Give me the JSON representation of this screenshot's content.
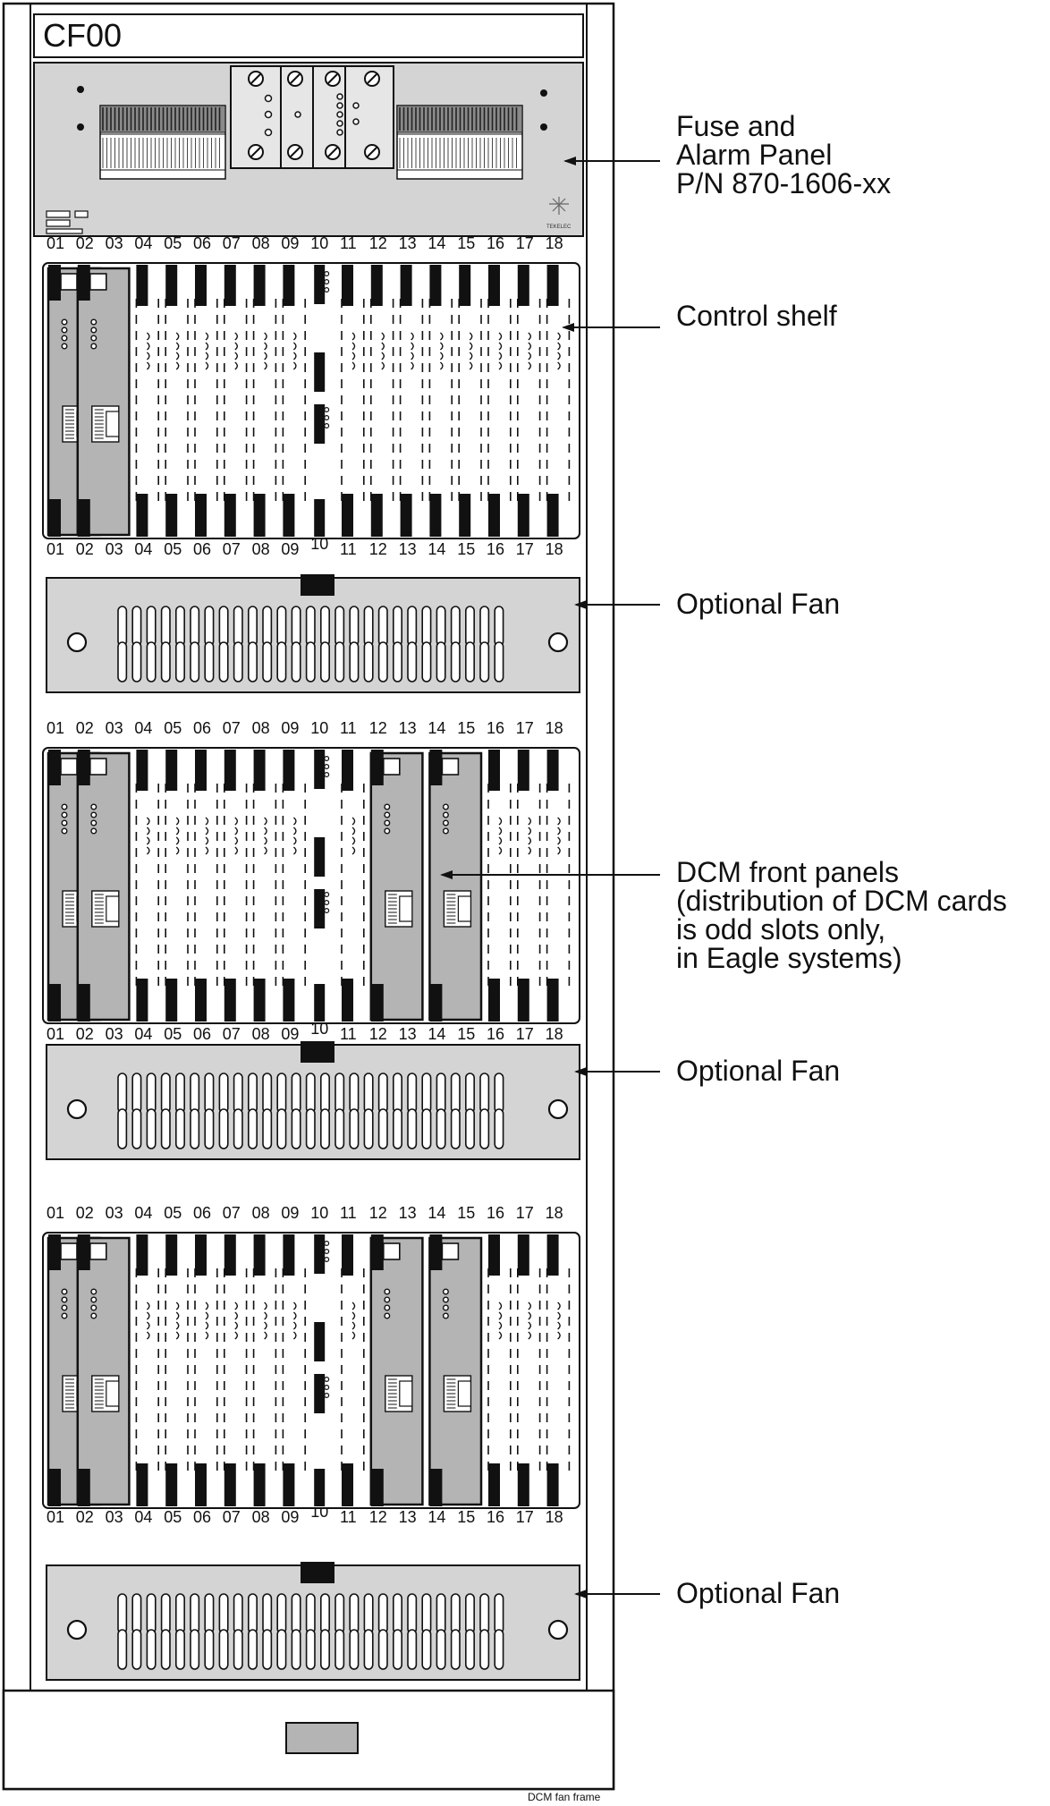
{
  "frame": {
    "title": "CF00",
    "caption": "DCM fan frame"
  },
  "fuse_panel": {
    "callout": [
      "Fuse and",
      "Alarm Panel",
      "P/N 870-1606-xx"
    ],
    "logo_text": "TEKELEC"
  },
  "slot_numbers": [
    "01",
    "02",
    "03",
    "04",
    "05",
    "06",
    "07",
    "08",
    "09",
    "10",
    "11",
    "12",
    "13",
    "14",
    "15",
    "16",
    "17",
    "18"
  ],
  "shelves": [
    {
      "name": "control-shelf",
      "callout": [
        "Control shelf"
      ],
      "wide_cards": [
        0,
        1
      ]
    },
    {
      "name": "dcm-shelf-1",
      "callout": [
        "DCM front panels",
        "(distribution of DCM cards",
        "is odd slots only,",
        "in Eagle systems)"
      ],
      "wide_cards": [
        0,
        1,
        11,
        13
      ]
    },
    {
      "name": "dcm-shelf-2",
      "callout": [],
      "wide_cards": [
        0,
        1,
        11,
        13
      ]
    }
  ],
  "fans": [
    {
      "callout": "Optional Fan"
    },
    {
      "callout": "Optional Fan"
    },
    {
      "callout": "Optional Fan"
    }
  ],
  "colors": {
    "panel_gray": "#d4d4d4",
    "card_gray": "#b4b4b4",
    "line": "#111111"
  }
}
